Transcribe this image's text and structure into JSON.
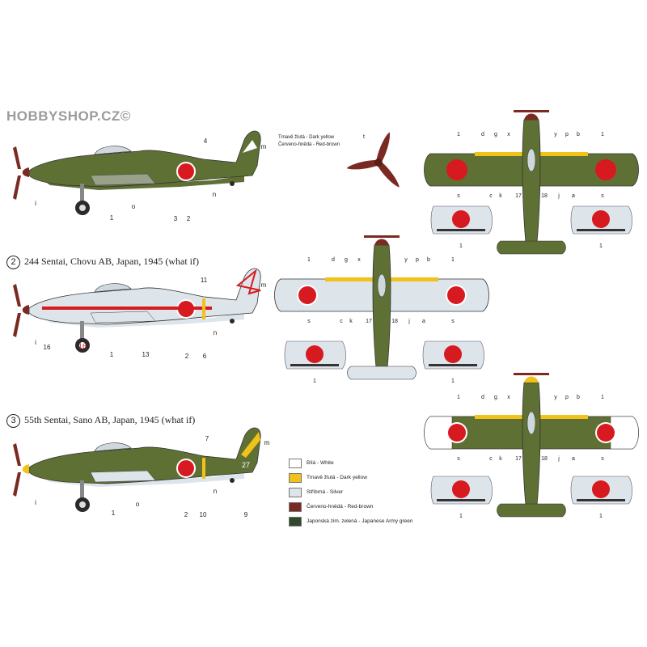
{
  "watermark": "HOBBYSHOP.CZ©",
  "colors": {
    "army_green": "#5f7035",
    "dark_green": "#2f4a2a",
    "dark_yellow": "#f0c21a",
    "silver": "#dde4ea",
    "white": "#ffffff",
    "hinomaru": "#d71920",
    "red_brown": "#7a2a22",
    "tire": "#2a2a2a"
  },
  "schemes": [
    {
      "number": "",
      "caption": "",
      "tail_codes": [
        "4",
        "m"
      ],
      "side_callouts": [
        "i",
        "1",
        "o",
        "3",
        "2",
        "n"
      ],
      "plan_callouts_top": [
        "1",
        "d",
        "g",
        "x",
        "y",
        "p",
        "b",
        "1"
      ],
      "plan_callouts_bottom": [
        "s",
        "c",
        "k",
        "17",
        "18",
        "j",
        "a",
        "s"
      ]
    },
    {
      "number": "2",
      "caption": "244 Sentai, Chovu AB, Japan, 1945 (what if)",
      "tail_codes": [
        "11",
        "m"
      ],
      "side_callouts": [
        "i",
        "16",
        "1",
        "13",
        "2",
        "6",
        "n"
      ],
      "wheel_code": "16",
      "plan_callouts_top": [
        "1",
        "d",
        "g",
        "x",
        "y",
        "p",
        "b",
        "1"
      ],
      "plan_callouts_bottom": [
        "s",
        "c",
        "k",
        "17",
        "18",
        "j",
        "a",
        "s"
      ]
    },
    {
      "number": "3",
      "caption": "55th Sentai, Sano AB, Japan, 1945 (what if)",
      "tail_codes": [
        "7",
        "m"
      ],
      "side_callouts": [
        "i",
        "1",
        "o",
        "2",
        "10",
        "9",
        "n"
      ],
      "tail_number": "27",
      "plan_callouts_top": [
        "1",
        "d",
        "g",
        "x",
        "y",
        "p",
        "b",
        "1"
      ],
      "plan_callouts_bottom": [
        "s",
        "c",
        "k",
        "17",
        "18",
        "j",
        "a",
        "s"
      ]
    }
  ],
  "propeller": {
    "labels": [
      "Trnavě žlutá - Dark yellow",
      "Červeno-hnědá - Red-brown"
    ],
    "callout": "t"
  },
  "legend": [
    {
      "color": "#ffffff",
      "text": "Bílá - White"
    },
    {
      "color": "#f0c21a",
      "text": "Trnavě žlutá - Dark yellow"
    },
    {
      "color": "#dde4ea",
      "text": "Stříbrná - Silver"
    },
    {
      "color": "#7a2a22",
      "text": "Červeno-hnědá - Red-brown"
    },
    {
      "color": "#2f4a2a",
      "text": "Japonská zim. zelená - Japanese Army green"
    }
  ]
}
